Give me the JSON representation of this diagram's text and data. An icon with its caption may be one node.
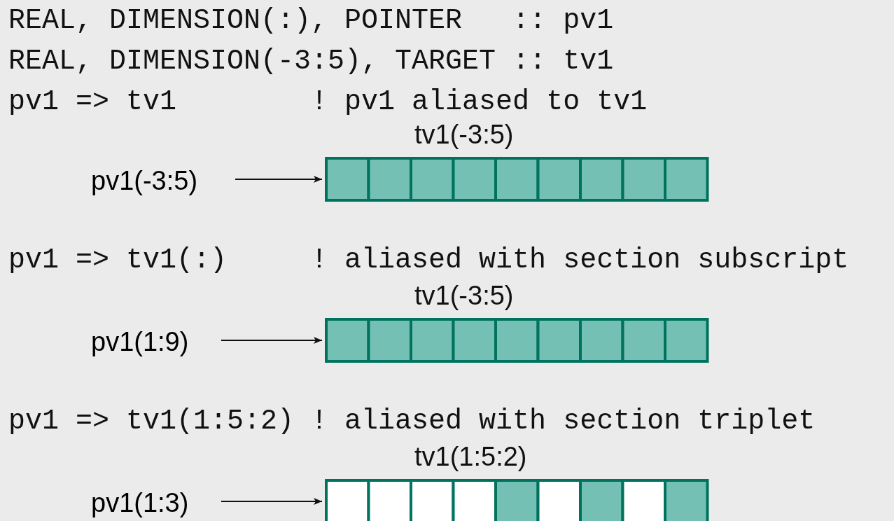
{
  "diagram": {
    "nodes": [
      {
        "text": [
          "pv1(-3:5)"
        ]
      },
      {
        "text": [
          "tv1(-3:5)"
        ]
      },
      {
        "text": [
          "pv1(1:9)"
        ]
      },
      {
        "text": [
          "tv1(-3:5)"
        ]
      },
      {
        "text": [
          "pv1(1:3)"
        ]
      },
      {
        "text": [
          "tv1(1:5:2)"
        ]
      }
    ],
    "edges": [
      {
        "from": 0,
        "to": 1,
        "arrow": "to"
      },
      {
        "from": 2,
        "to": 3,
        "arrow": "to"
      },
      {
        "from": 4,
        "to": 5,
        "arrow": "to"
      }
    ],
    "labels": [
      "REAL, DIMENSION(:), POINTER   :: pv1",
      "REAL, DIMENSION(-3:5), TARGET :: tv1",
      "pv1 => tv1        ! pv1 aliased to tv1",
      "pv1 => tv1(:)     ! aliased with section subscript",
      "pv1 => tv1(1:5:2) ! aliased with section triplet"
    ]
  }
}
